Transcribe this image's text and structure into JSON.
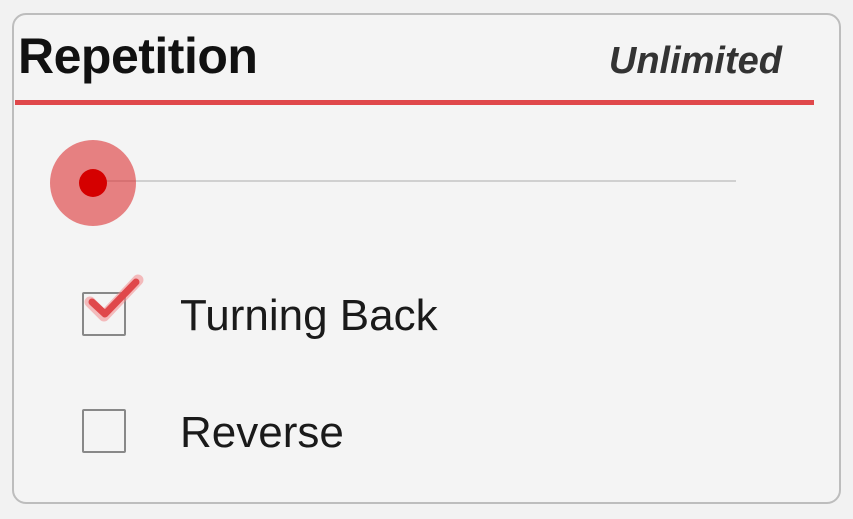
{
  "setting": {
    "title": "Repetition",
    "value": "Unlimited"
  },
  "slider": {
    "level": 0
  },
  "options": [
    {
      "label": "Turning Back",
      "checked": true
    },
    {
      "label": "Reverse",
      "checked": false
    }
  ],
  "colors": {
    "accent": "#e0484b",
    "knob": "#d50000"
  },
  "icons": {
    "checked": "checkmark-icon"
  }
}
